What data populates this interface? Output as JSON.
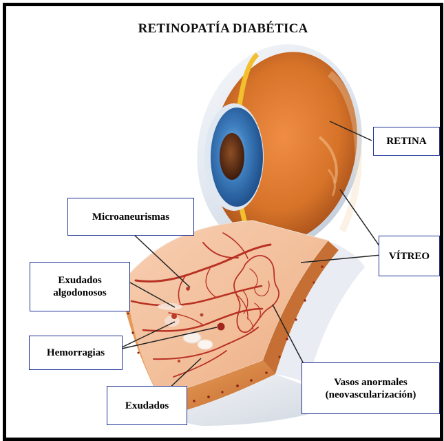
{
  "title": "RETINOPATÍA DIABÉTICA",
  "labels": {
    "retina": "RETINA",
    "vitreo": "VÍTREO",
    "microaneurismas": "Microaneurismas",
    "exudados_algodonosos_line1": "Exudados",
    "exudados_algodonosos_line2": "algodonosos",
    "hemorragias": "Hemorragias",
    "exudados": "Exudados",
    "vasos_line1": "Vasos anormales",
    "vasos_line2": "(neovascularización)"
  },
  "colors": {
    "frame": "#000000",
    "label_border": "#1c2f92",
    "eye_orange": "#d9782e",
    "iris_blue": "#3f7fc0",
    "tissue": "#f4c6a4",
    "vessel": "#b83224"
  }
}
